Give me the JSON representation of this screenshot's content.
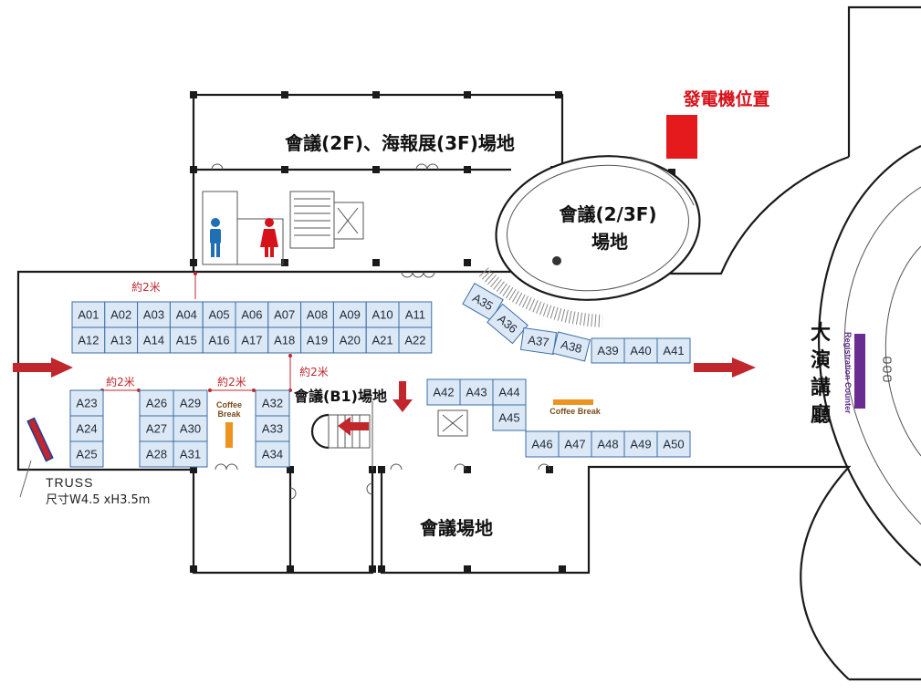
{
  "rooms": {
    "top_hall": "會議(2F)、海報展(3F)場地",
    "oval_line1": "會議(2/3F)",
    "oval_line2": "場地",
    "b1": "會議(B1)場地",
    "bottom_hall": "會議場地"
  },
  "generator": {
    "label": "發電機位置",
    "color": "#e41a1c"
  },
  "main_hall": {
    "chars": [
      "大",
      "演",
      "講",
      "廳"
    ],
    "registration": "Registration Counter"
  },
  "dimension_label": "約2米",
  "coffee_break": {
    "short_line1": "Coffee",
    "short_line2": "Break",
    "long": "Coffee Break"
  },
  "truss": {
    "label": "TRUSS",
    "size": "尺寸W4.5 xH3.5m"
  },
  "booths": {
    "row1": [
      "A01",
      "A02",
      "A03",
      "A04",
      "A05",
      "A06",
      "A07",
      "A08",
      "A09",
      "A10",
      "A11"
    ],
    "row2": [
      "A12",
      "A13",
      "A14",
      "A15",
      "A16",
      "A17",
      "A18",
      "A19",
      "A20",
      "A21",
      "A22"
    ],
    "col_a": [
      "A23",
      "A24",
      "A25"
    ],
    "col_b": [
      "A26",
      "A27",
      "A28"
    ],
    "col_c": [
      "A29",
      "A30",
      "A31"
    ],
    "col_d": [
      "A32",
      "A33",
      "A34"
    ],
    "curved": [
      "A35",
      "A36",
      "A37",
      "A38"
    ],
    "row_right": [
      "A39",
      "A40",
      "A41"
    ],
    "row_mid_top": [
      "A42",
      "A43",
      "A44"
    ],
    "single": "A45",
    "row_bottom": [
      "A46",
      "A47",
      "A48",
      "A49",
      "A50"
    ]
  },
  "colors": {
    "booth_fill": "#dce8f5",
    "booth_border": "#3a6ea5",
    "arrow": "#c0262c",
    "men_icon": "#1f6fb5",
    "women_icon": "#d7111a",
    "coffee_bar": "#f0921e",
    "registration_bar": "#6a2c91"
  }
}
